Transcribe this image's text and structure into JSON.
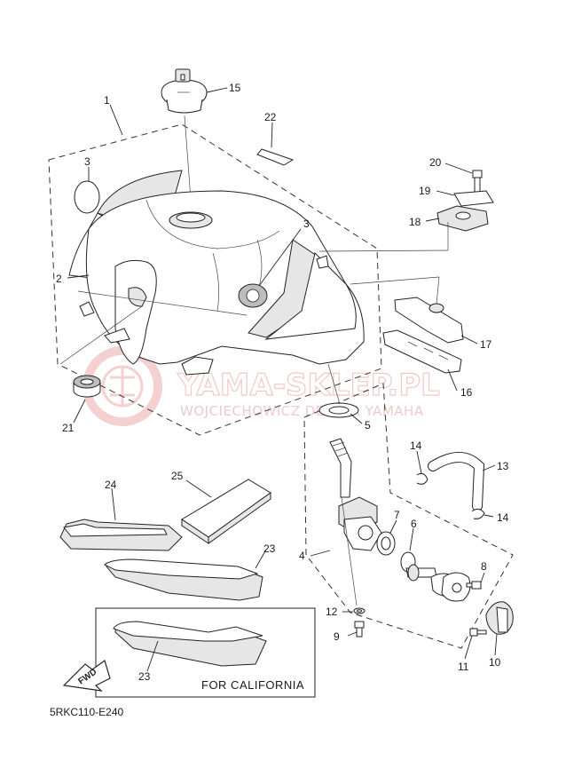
{
  "diagram_code": "5RKC110-E240",
  "california_box_label": "FOR CALIFORNIA",
  "fwd_label": "FWD",
  "watermark": {
    "main": "YAMA-SKLEP.PL",
    "sub": "WOJCIECHOWICZ DEALER YAMAHA"
  },
  "callouts": {
    "c1": "1",
    "c2": "2",
    "c3a": "3",
    "c3b": "3",
    "c4": "4",
    "c5": "5",
    "c6": "6",
    "c7": "7",
    "c8": "8",
    "c9": "9",
    "c10": "10",
    "c11": "11",
    "c12": "12",
    "c13": "13",
    "c14a": "14",
    "c14b": "14",
    "c15": "15",
    "c16": "16",
    "c17": "17",
    "c18": "18",
    "c19": "19",
    "c20": "20",
    "c21": "21",
    "c22": "22",
    "c23a": "23",
    "c23b": "23",
    "c24": "24",
    "c25": "25"
  },
  "colors": {
    "line": "#222222",
    "watermark": "#f2c9c9"
  }
}
